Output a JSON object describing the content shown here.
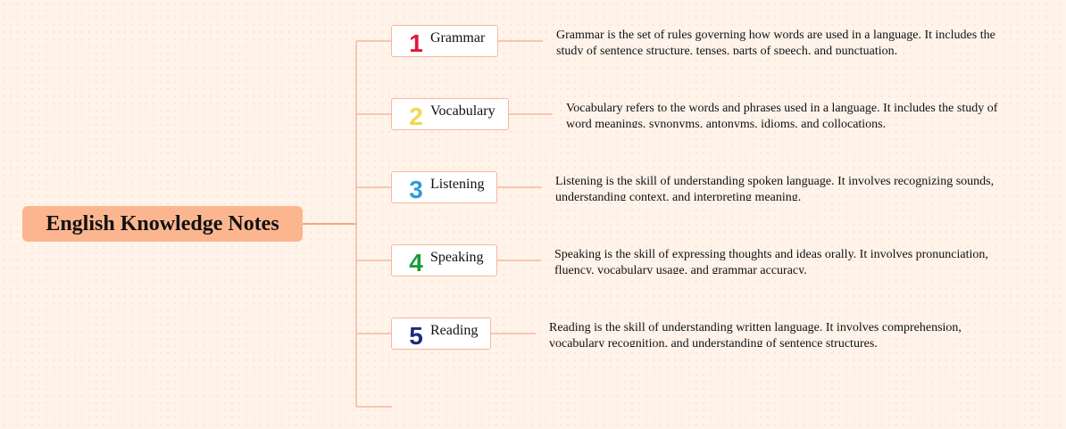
{
  "root": {
    "title": "English Knowledge Notes"
  },
  "topics": [
    {
      "number": "1",
      "label": "Grammar",
      "color": "#e0173d",
      "description": "Grammar is the set of rules governing how words are used in a language. It includes the study of sentence structure, tenses, parts of speech, and punctuation."
    },
    {
      "number": "2",
      "label": "Vocabulary",
      "color": "#f2d84e",
      "description": "Vocabulary refers to the words and phrases used in a language. It includes the study of word meanings, synonyms, antonyms, idioms, and collocations."
    },
    {
      "number": "3",
      "label": "Listening",
      "color": "#2f9bd8",
      "description": "Listening is the skill of understanding spoken language. It involves recognizing sounds, understanding context, and interpreting meaning."
    },
    {
      "number": "4",
      "label": "Speaking",
      "color": "#1f9a3a",
      "description": "Speaking is the skill of expressing thoughts and ideas orally. It involves pronunciation, fluency, vocabulary usage, and grammar accuracy."
    },
    {
      "number": "5",
      "label": "Reading",
      "color": "#1c2c7a",
      "description": "Reading is the skill of understanding written language. It involves comprehension, vocabulary recognition, and understanding of sentence structures."
    }
  ],
  "colors": {
    "root_fill": "#fbb690",
    "connector": "#f7b899",
    "background": "#fff3ea"
  }
}
